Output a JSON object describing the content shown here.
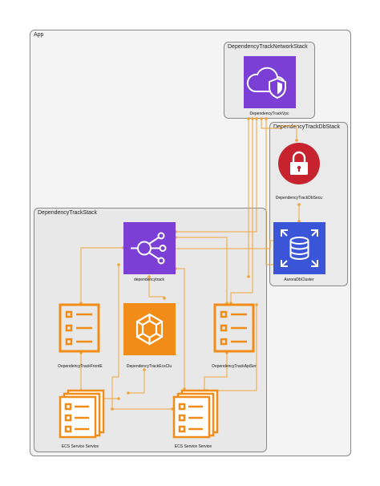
{
  "app": {
    "label": "App"
  },
  "network_stack": {
    "label": "DependencyTrackNetworkStack",
    "vpc_label": "DependencyTrackVpc"
  },
  "db_stack": {
    "label": "DependencyTrackDbStack",
    "secret_label": "DependencyTrackDbSecu",
    "cluster_label": "AuroraDbCluster"
  },
  "track_stack": {
    "label": "DependencyTrackStack",
    "lb_label": "dependencytrack",
    "front_label": "DependencyTrackFrontE",
    "cluster_label": "DependencyTrackEcsClu",
    "api_label": "DependencyTrackApiSer",
    "service1_label": "ECS Service Service",
    "service2_label": "ECS Service Service"
  },
  "colors": {
    "purple": "#7b3fd6",
    "orange": "#f28c18",
    "red": "#c7232f",
    "blue": "#3b55d9",
    "group_bg": "#eeeeee",
    "connector": "#f0a43a"
  }
}
